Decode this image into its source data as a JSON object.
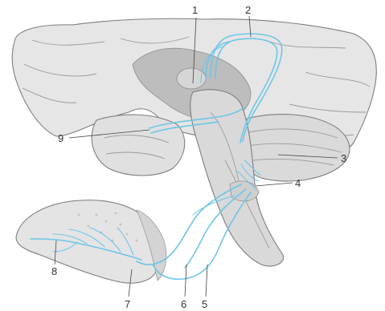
{
  "diagram": {
    "labels": [
      "1",
      "2",
      "3",
      "4",
      "5",
      "6",
      "7",
      "8",
      "9"
    ]
  },
  "colors": {
    "tissue": "#e3e3e3",
    "tissue_dark": "#bdbdbd",
    "outline": "#7d7d7d",
    "nerve": "#6ec6e6",
    "label": "#333333"
  }
}
